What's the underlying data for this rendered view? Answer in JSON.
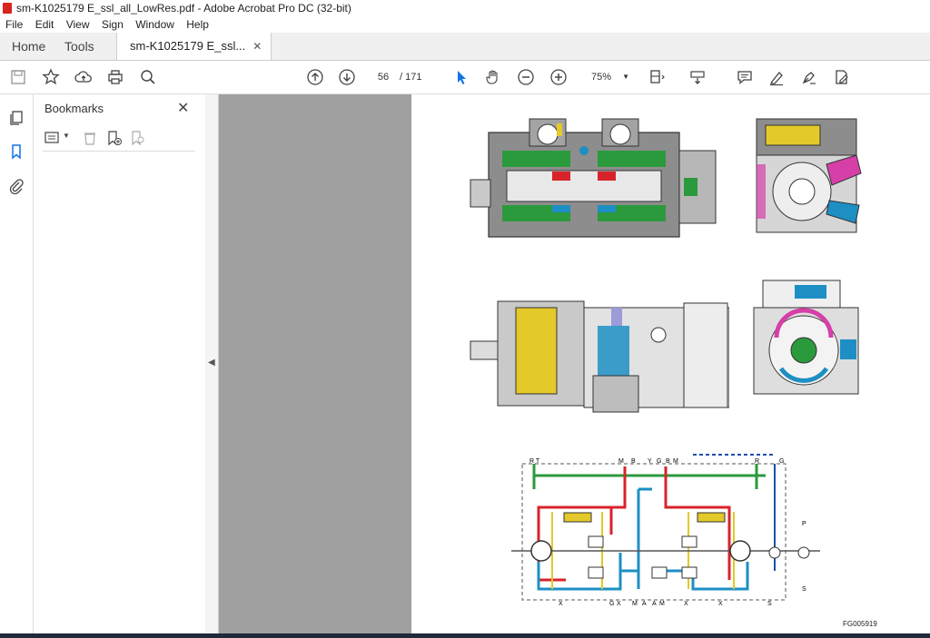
{
  "window": {
    "title": "sm-K1025179 E_ssl_all_LowRes.pdf - Adobe Acrobat Pro DC (32-bit)"
  },
  "menu": [
    "File",
    "Edit",
    "View",
    "Sign",
    "Window",
    "Help"
  ],
  "tabs": {
    "home": "Home",
    "tools": "Tools",
    "document": "sm-K1025179 E_ssl..."
  },
  "toolbar": {
    "page_current": "56",
    "page_total": "/ 171",
    "zoom": "75%"
  },
  "bookmarks": {
    "title": "Bookmarks"
  },
  "document": {
    "figure_code": "FG005919",
    "schematic_labels": {
      "top_left": "R T",
      "mb_left": "M",
      "b_left": "B",
      "y": "Y",
      "g": "G",
      "b_right": "B",
      "mb_right": "M",
      "r_right": "R",
      "gp": "G",
      "p": "P",
      "s_right": "S",
      "x3_left": "X",
      "g_bottom": "G",
      "x4_left": "X",
      "ma_left": "M",
      "a_left": "A",
      "a_right": "A",
      "ma_right": "M",
      "x4_right": "X",
      "x3_right": "X",
      "s_bottom": "S"
    }
  },
  "colors": {
    "accent": "#1473e6",
    "hydraulic_red": "#d8232a",
    "hydraulic_blue": "#1d8fc4",
    "hydraulic_green": "#2b9a3c",
    "hydraulic_yellow": "#e3c92a",
    "magenta": "#d63fa8"
  }
}
